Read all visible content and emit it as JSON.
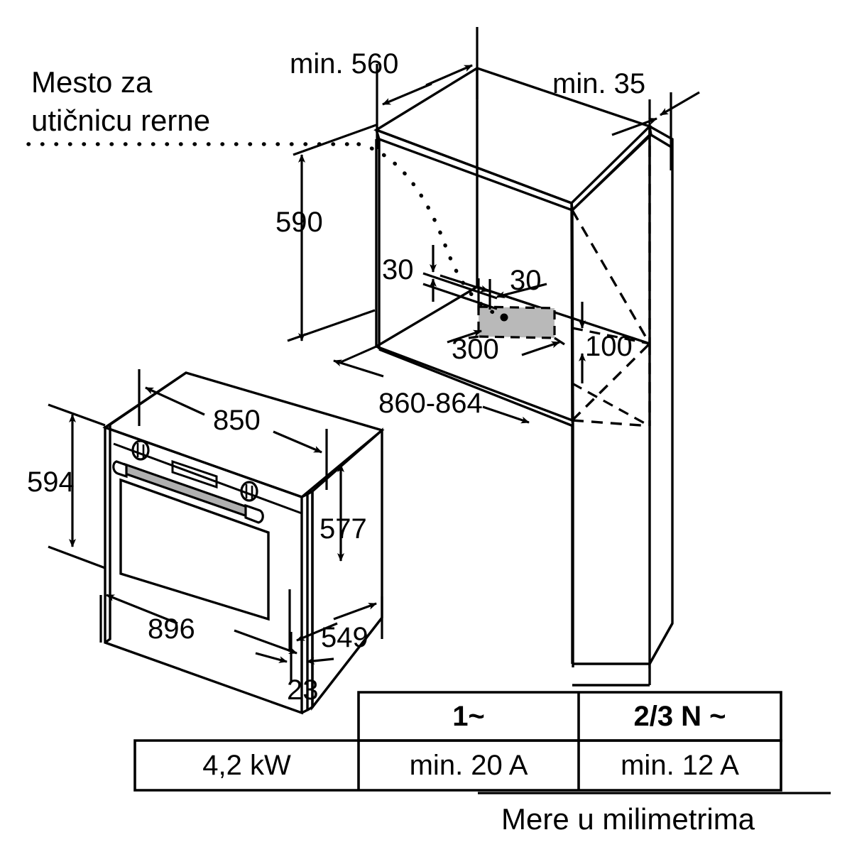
{
  "diagram": {
    "type": "appliance-installation-dimension-drawing",
    "unit_note": "Mere u milimetrima",
    "socket_note": "Mesto za\nutičnicu rerne",
    "socket_note_line1": "Mesto za",
    "socket_note_line2": "utičnicu rerne",
    "colors": {
      "line": "#000000",
      "background": "#ffffff",
      "socket_fill": "#b9b9b9",
      "handle_fill": "#b0b0b0"
    }
  },
  "dimensions": {
    "niche_width_min": "min. 560",
    "rear_gap_min": "min. 35",
    "niche_height": "590",
    "socket_offset_top": "30",
    "socket_offset_side": "30",
    "socket_width": "300",
    "socket_depth_offset": "100",
    "worktop_height": "860-864",
    "oven_front_height": "594",
    "oven_front_width": "850",
    "oven_body_height": "577",
    "oven_total_width": "896",
    "oven_depth": "549",
    "door_thickness": "23"
  },
  "power_table": {
    "header": [
      "",
      "1~",
      "2/3 N ~"
    ],
    "rows": [
      [
        "4,2 kW",
        "min. 20 A",
        "min. 12 A"
      ]
    ],
    "cells": {
      "h_blank": "",
      "h_single_phase": "1~",
      "h_multi_phase": "2/3 N ~",
      "r_power": "4,2 kW",
      "r_fuse_single": "min. 20 A",
      "r_fuse_multi": "min. 12 A"
    }
  }
}
